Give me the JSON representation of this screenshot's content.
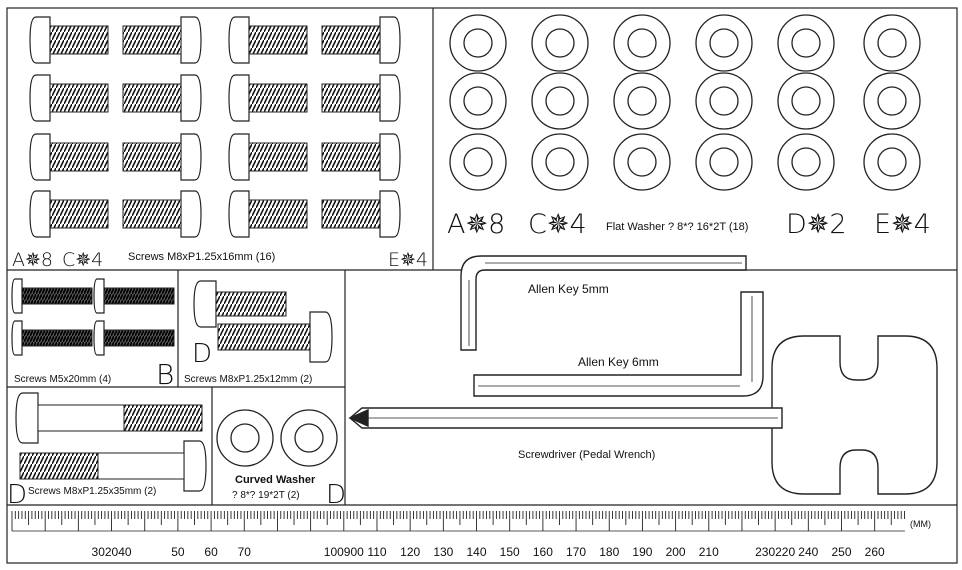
{
  "panels": {
    "screws_m8_16": {
      "title": "Screws M8xP1.25x16mm  (16)",
      "label_a": "A✵8",
      "label_c": "C✵4",
      "label_e": "E✵4"
    },
    "flat_washer": {
      "title": "Flat Washer ?  8*? 16*2T (18)",
      "label_a": "A✵8",
      "label_c": "C✵4",
      "label_d": "D✵2",
      "label_e": "E✵4"
    },
    "screws_m5": {
      "title": "Screws    M5x20mm (4)",
      "label": "B"
    },
    "screws_m8_12": {
      "title": "Screws M8xP1.25x12mm (2)",
      "label": "D"
    },
    "screws_m8_35": {
      "title": "Screws M8xP1.25x35mm (2)",
      "label": "D"
    },
    "curved_washer": {
      "title": "Curved Washer",
      "spec": "? 8*? 19*2T  (2)",
      "label": "D"
    },
    "tools": {
      "allen5": "Allen Key 5mm",
      "allen6": "Allen Key 6mm",
      "screwdriver": "Screwdriver (Pedal Wrench)"
    }
  },
  "ruler": {
    "unit": "(MM)",
    "labels": [
      {
        "text": "302040",
        "mm": 30
      },
      {
        "text": "50",
        "mm": 50
      },
      {
        "text": "60",
        "mm": 60
      },
      {
        "text": "70",
        "mm": 70
      },
      {
        "text": "100900",
        "mm": 100
      },
      {
        "text": "110",
        "mm": 110
      },
      {
        "text": "120",
        "mm": 120
      },
      {
        "text": "130",
        "mm": 130
      },
      {
        "text": "140",
        "mm": 140
      },
      {
        "text": "150",
        "mm": 150
      },
      {
        "text": "160",
        "mm": 160
      },
      {
        "text": "170",
        "mm": 170
      },
      {
        "text": "180",
        "mm": 180
      },
      {
        "text": "190",
        "mm": 190
      },
      {
        "text": "200",
        "mm": 200
      },
      {
        "text": "210",
        "mm": 210
      },
      {
        "text": "230220",
        "mm": 230
      },
      {
        "text": "240",
        "mm": 240
      },
      {
        "text": "250",
        "mm": 250
      },
      {
        "text": "260",
        "mm": 260
      }
    ]
  }
}
